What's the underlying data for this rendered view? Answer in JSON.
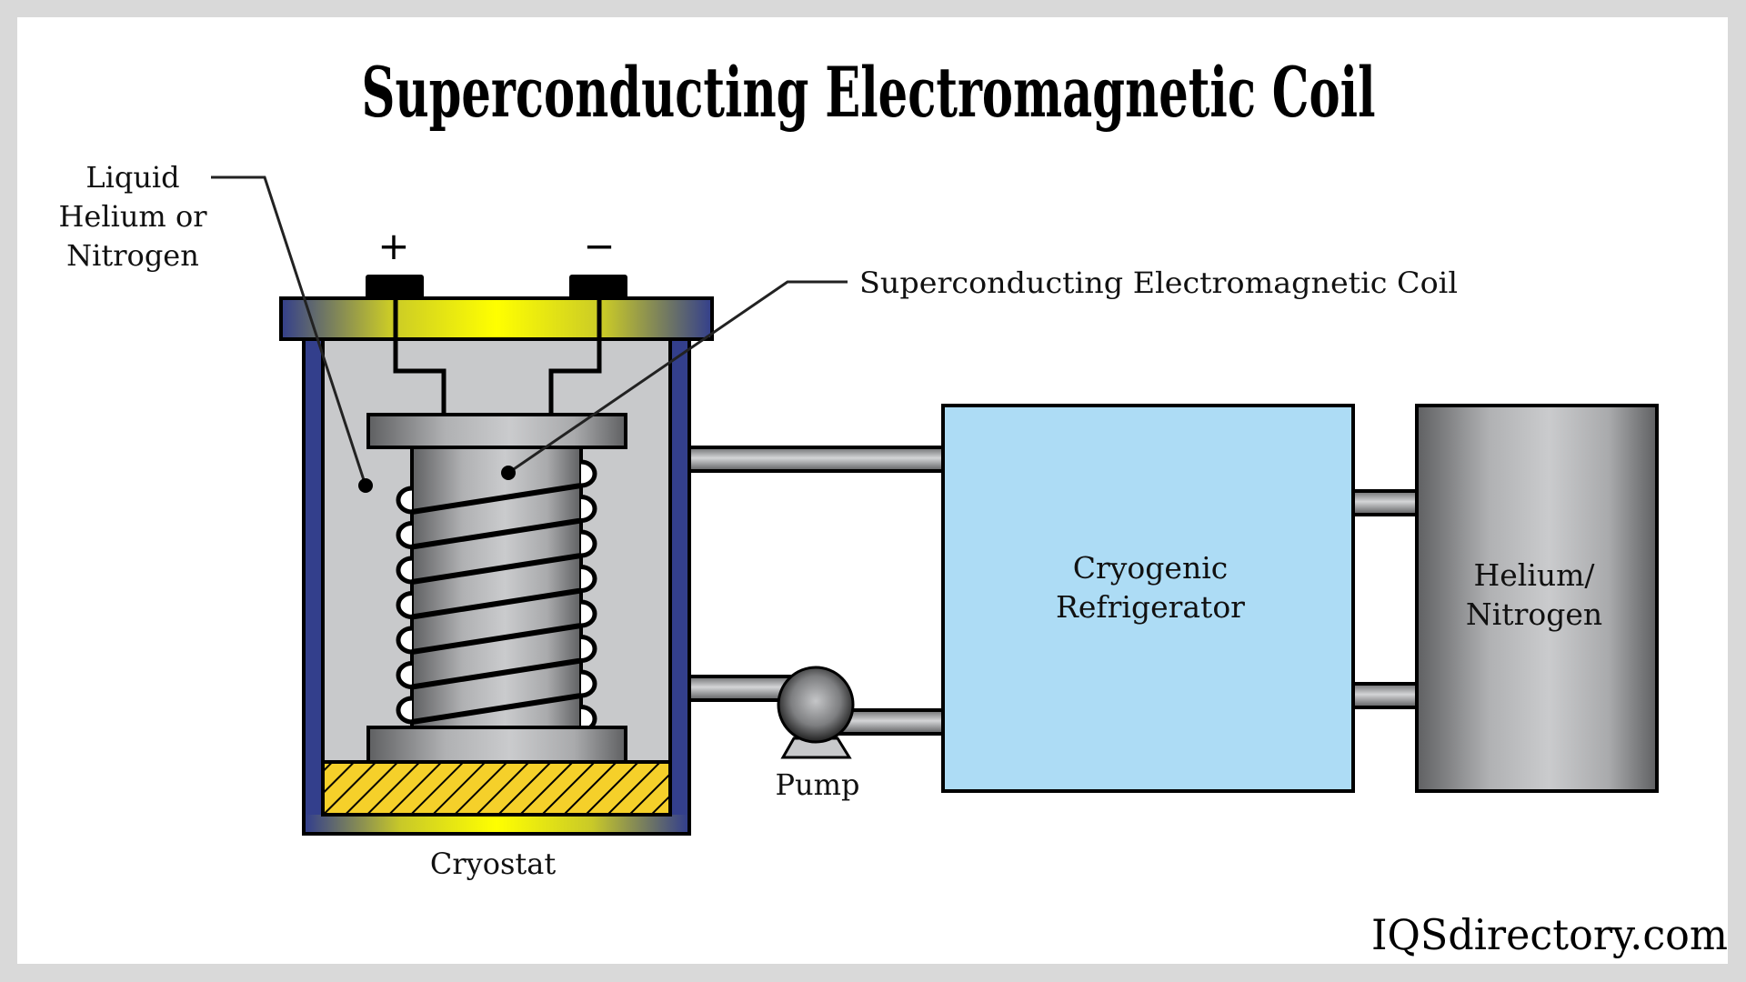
{
  "title": "Superconducting Electromagnetic Coil",
  "labels": {
    "liquid": [
      "Liquid",
      "Helium or",
      "Nitrogen"
    ],
    "coil": "Superconducting Electromagnetic Coil",
    "cryostat": "Cryostat",
    "pump": "Pump",
    "refrigerator": [
      "Cryogenic",
      "Refrigerator"
    ],
    "tank": [
      "Helium/",
      "Nitrogen"
    ],
    "positive_terminal": "+",
    "negative_terminal": "−"
  },
  "watermark": "IQSdirectory.com",
  "colors": {
    "background": "#d9d9d9",
    "panel": "#ffffff",
    "cryostat_wall": "#333f8c",
    "cryostat_accent": "#ffff00",
    "liquid_fill": "#c8c9cb",
    "base_hatch": "#f5d02a",
    "refrigerator_fill": "#addcf5",
    "metal_dark": "#5f6062",
    "metal_light": "#c6c7c9"
  },
  "coil_turns": 8
}
